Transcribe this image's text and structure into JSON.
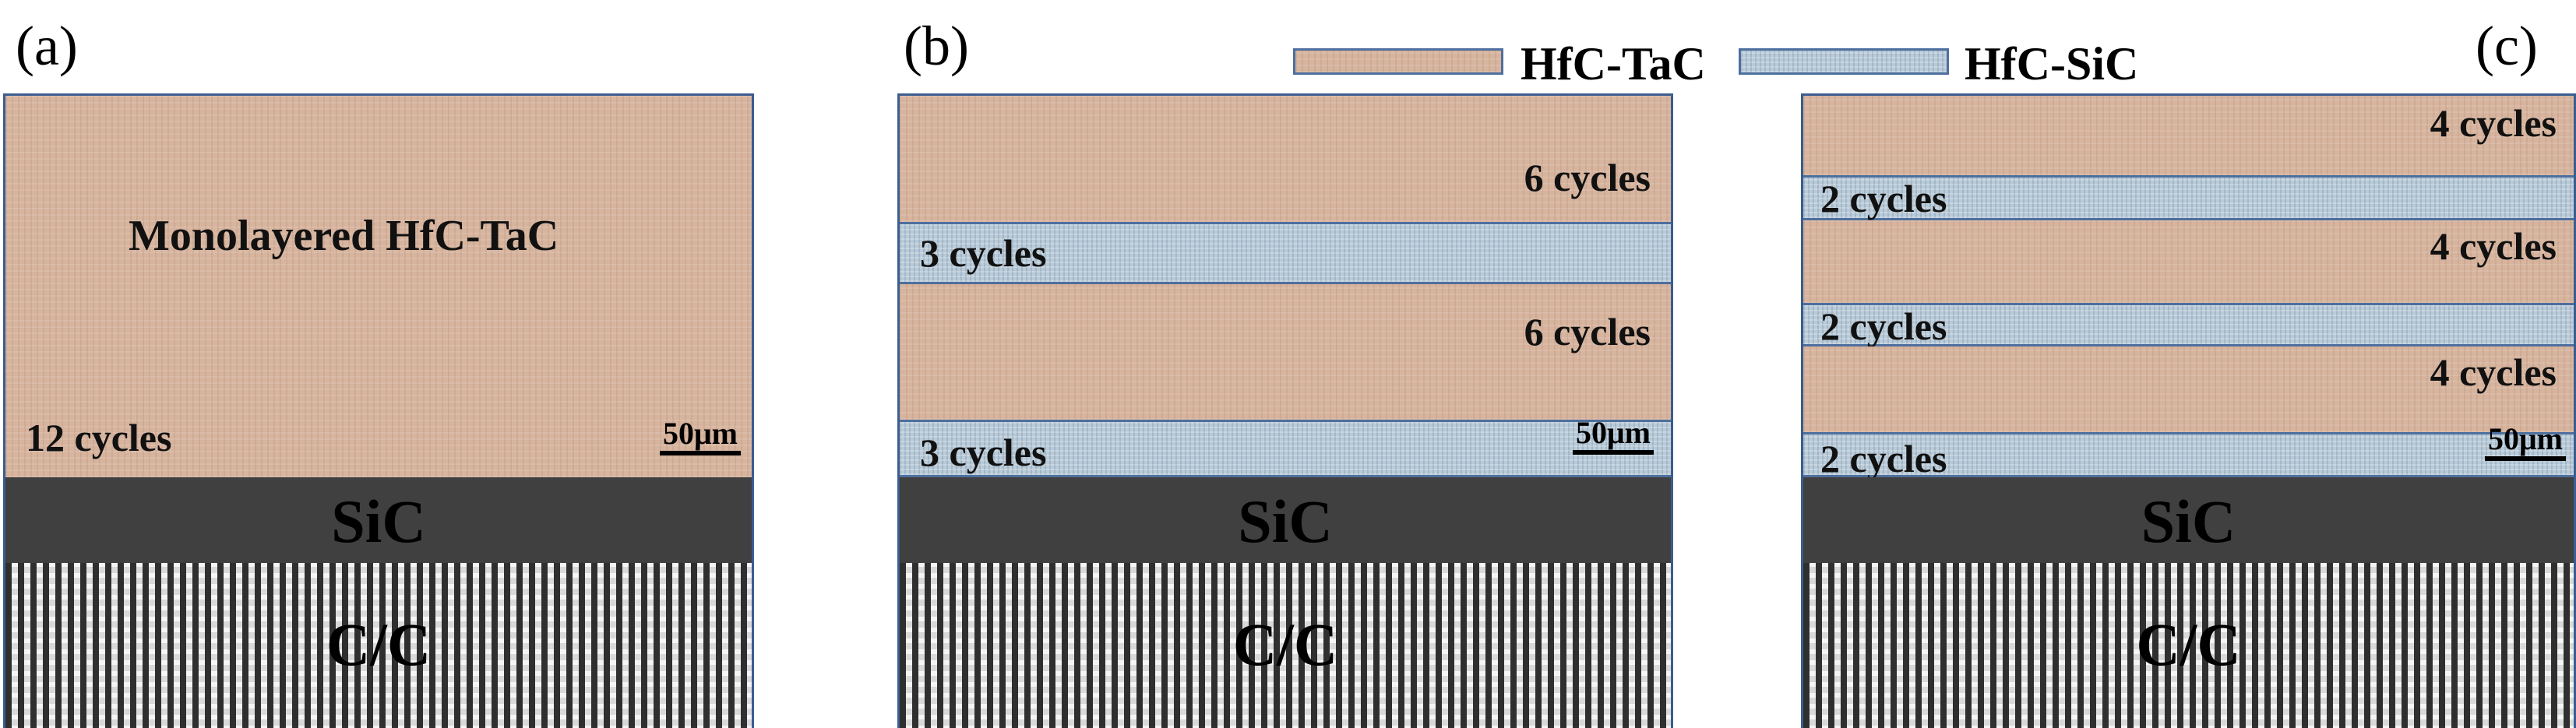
{
  "panels": [
    {
      "label": "(a)",
      "title": "Monolayered HfC-TaC",
      "layers": [
        "12 cycles"
      ],
      "scale": "50μm",
      "sic": "SiC",
      "cc": "C/C"
    },
    {
      "label": "(b)",
      "layers": [
        "6 cycles",
        "3 cycles",
        "6 cycles",
        "3 cycles"
      ],
      "scale": "50μm",
      "sic": "SiC",
      "cc": "C/C"
    },
    {
      "label": "(c)",
      "layers": [
        "4 cycles",
        "2 cycles",
        "4 cycles",
        "2 cycles",
        "4 cycles",
        "2 cycles"
      ],
      "scale": "50μm",
      "sic": "SiC",
      "cc": "C/C"
    }
  ],
  "legend": [
    {
      "label": "HfC-TaC",
      "color": "#d7b49e"
    },
    {
      "label": "HfC-SiC",
      "color": "#b9cad8"
    }
  ],
  "colors": {
    "sic": "#404040",
    "border": "#3a5d8f"
  }
}
